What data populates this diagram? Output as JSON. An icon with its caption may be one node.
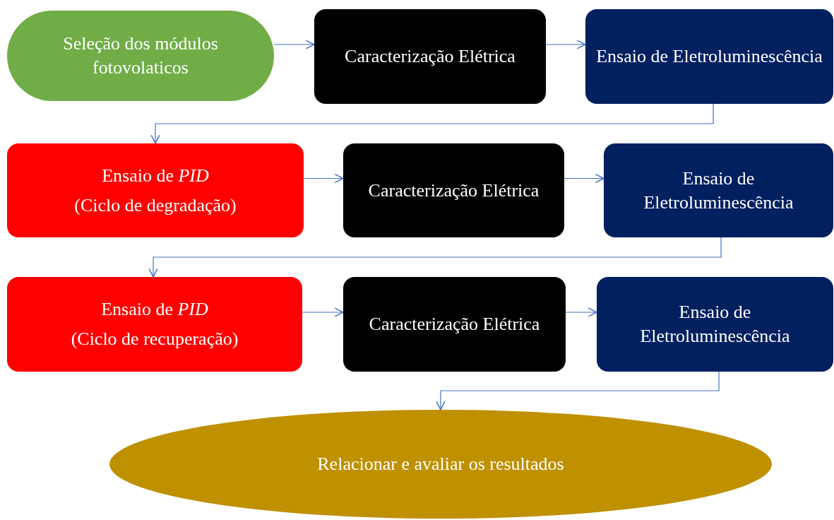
{
  "diagram": {
    "nodes": [
      {
        "text": [
          "Seleção dos módulos fotovolaticos"
        ]
      },
      {
        "text": [
          "Caracterização Elétrica"
        ]
      },
      {
        "text": [
          "Ensaio de Eletroluminescência"
        ]
      },
      {
        "text": [
          "Ensaio de *PID*",
          "(Ciclo de degradação)"
        ]
      },
      {
        "text": [
          "Caracterização Elétrica"
        ]
      },
      {
        "text": [
          "Ensaio de Eletroluminescência"
        ]
      },
      {
        "text": [
          "Ensaio de *PID*",
          "(Ciclo de recuperação)"
        ]
      },
      {
        "text": [
          "Caracterização Elétrica"
        ]
      },
      {
        "text": [
          "Ensaio de Eletroluminescência"
        ]
      },
      {
        "text": [
          "Relacionar e avaliar os resultados"
        ]
      }
    ],
    "edges": [
      {
        "from": 0,
        "to": 1,
        "arrow": "to"
      },
      {
        "from": 1,
        "to": 2,
        "arrow": "to"
      },
      {
        "from": 2,
        "to": 3,
        "arrow": "to"
      },
      {
        "from": 3,
        "to": 4,
        "arrow": "to"
      },
      {
        "from": 4,
        "to": 5,
        "arrow": "to"
      },
      {
        "from": 5,
        "to": 6,
        "arrow": "to"
      },
      {
        "from": 6,
        "to": 7,
        "arrow": "to"
      },
      {
        "from": 7,
        "to": 8,
        "arrow": "to"
      },
      {
        "from": 8,
        "to": 9,
        "arrow": "to"
      }
    ]
  }
}
